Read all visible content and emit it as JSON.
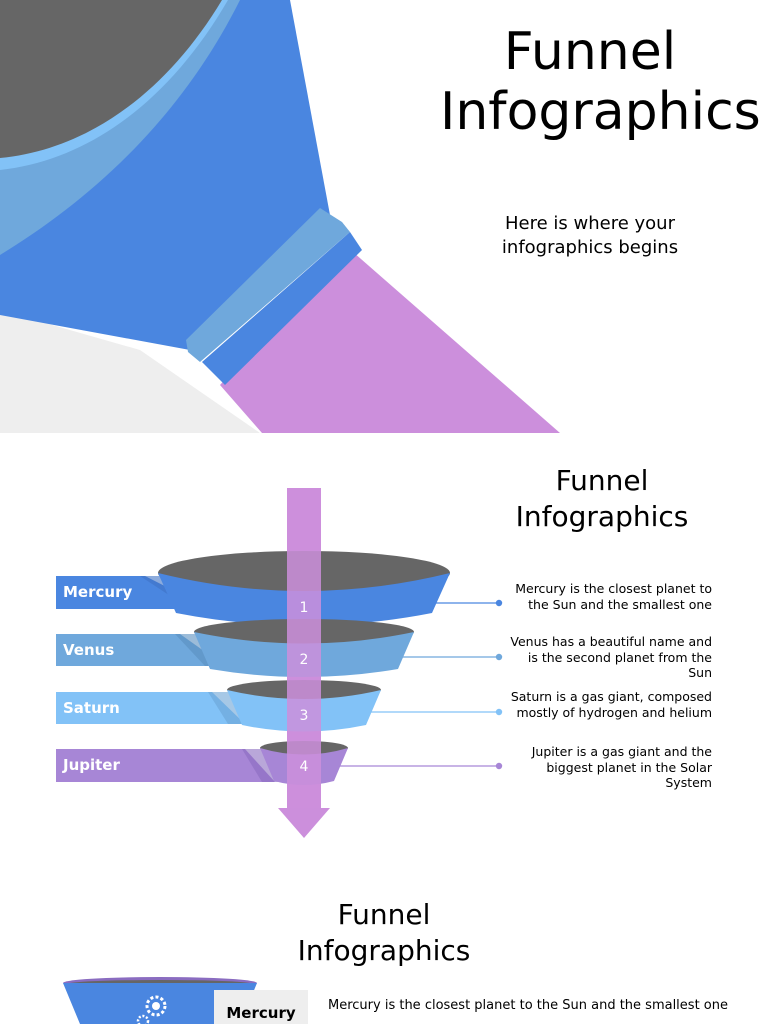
{
  "cover": {
    "title": "Funnel Infographics",
    "subtitle": "Here is where your infographics begins"
  },
  "funnel_slide": {
    "title": "Funnel Infographics",
    "items": [
      {
        "label": "Mercury",
        "number": "1",
        "description": "Mercury is the closest planet to the Sun and the smallest one",
        "color": "#4a86e0"
      },
      {
        "label": "Venus",
        "number": "2",
        "description": "Venus has a beautiful name and is the second planet from the Sun",
        "color": "#6fa8dc"
      },
      {
        "label": "Saturn",
        "number": "3",
        "description": "Saturn is a gas giant, composed mostly of hydrogen and helium",
        "color": "#82c2f7"
      },
      {
        "label": "Jupiter",
        "number": "4",
        "description": "Jupiter is a gas giant and the biggest planet in the Solar System",
        "color": "#a786d6"
      }
    ]
  },
  "third_slide": {
    "title": "Funnel Infographics",
    "item_label": "Mercury",
    "item_description": "Mercury is the closest planet to the Sun and the smallest one"
  },
  "icons": {
    "gear": "gear-icon",
    "arrow": "down-arrow-icon"
  },
  "colors": {
    "arrow": "#cc8fdc",
    "dark": "#666666",
    "blue": "#4a86e0"
  }
}
